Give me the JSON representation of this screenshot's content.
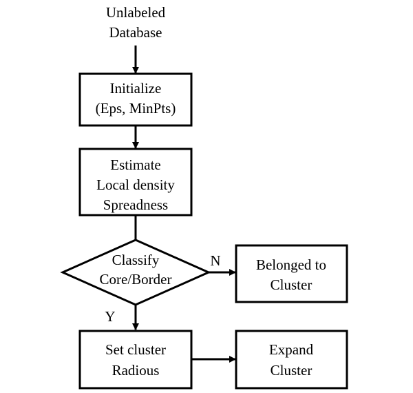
{
  "diagram": {
    "title_lines": [
      "Unlabeled",
      "Database"
    ],
    "nodes": {
      "initialize": {
        "lines": [
          "Initialize",
          "(Eps, MinPts)"
        ]
      },
      "estimate": {
        "lines": [
          "Estimate",
          "Local density",
          "Spreadness"
        ]
      },
      "classify": {
        "lines": [
          "Classify",
          "Core/Border"
        ]
      },
      "belonged": {
        "lines": [
          "Belonged to",
          "Cluster"
        ]
      },
      "set_cluster": {
        "lines": [
          "Set cluster",
          "Radious"
        ]
      },
      "expand": {
        "lines": [
          "Expand",
          "Cluster"
        ]
      }
    },
    "edge_labels": {
      "no": "N",
      "yes": "Y"
    }
  },
  "colors": {
    "stroke": "#000000",
    "background": "#ffffff"
  }
}
